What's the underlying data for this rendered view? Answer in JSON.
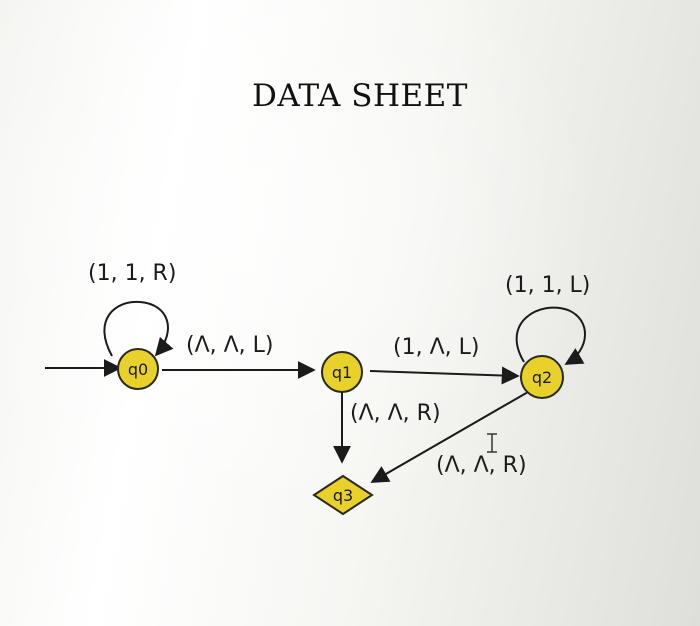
{
  "title": "DATA SHEET",
  "colors": {
    "state_fill": "#e8d12a",
    "state_stroke": "#2a2a1a",
    "edge": "#1b1b1b"
  },
  "states": {
    "q0": "q0",
    "q1": "q1",
    "q2": "q2",
    "q3": "q3"
  },
  "transitions": {
    "q0_loop": "(1, 1, R)",
    "q0_q1": "(Λ, Λ, L)",
    "q1_q2": "(1, Λ, L)",
    "q2_loop": "(1, 1, L)",
    "q1_q3": "(Λ, Λ, R)",
    "q2_q3": "(Λ, Λ, R)"
  }
}
